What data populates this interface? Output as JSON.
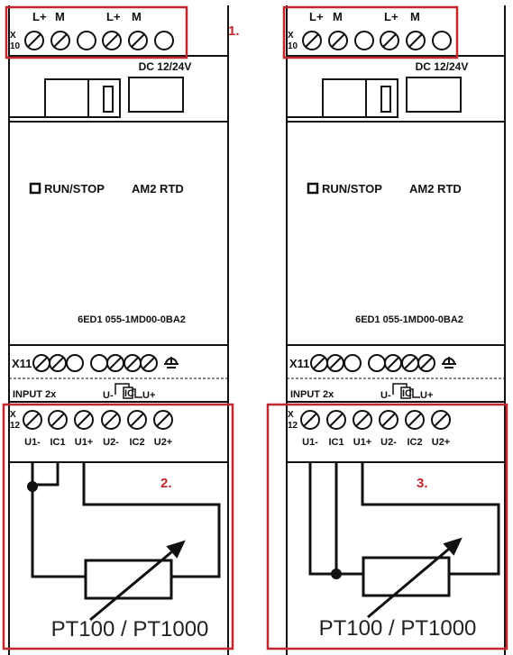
{
  "modules": [
    {
      "callout_top": "1.",
      "callout_bottom": "2.",
      "top_terminal_labels": [
        "L+",
        "M",
        "L+",
        "M"
      ],
      "top_connector": "X\n10",
      "supply": "DC 12/24V",
      "run_stop": "RUN/STOP",
      "model": "AM2 RTD",
      "order_no": "6ED1 055-1MD00-0BA2",
      "x11": "X11",
      "input": "INPUT 2x",
      "symbol_left": "U-",
      "symbol_mid": "IC",
      "symbol_right": "U+",
      "bottom_connector": "X\n12",
      "bottom_terminal_labels": [
        "U1-",
        "IC1",
        "U1+",
        "U2-",
        "IC2",
        "U2+"
      ],
      "sensor_label": "PT100 / PT1000"
    },
    {
      "callout_top": "",
      "callout_bottom": "3.",
      "top_terminal_labels": [
        "L+",
        "M",
        "L+",
        "M"
      ],
      "top_connector": "X\n10",
      "supply": "DC 12/24V",
      "run_stop": "RUN/STOP",
      "model": "AM2 RTD",
      "order_no": "6ED1 055-1MD00-0BA2",
      "x11": "X11",
      "input": "INPUT 2x",
      "symbol_left": "U-",
      "symbol_mid": "IC",
      "symbol_right": "U+",
      "bottom_connector": "X\n12",
      "bottom_terminal_labels": [
        "U1-",
        "IC1",
        "U1+",
        "U2-",
        "IC2",
        "U2+"
      ],
      "sensor_label": "PT100 / PT1000"
    }
  ],
  "colors": {
    "outline": "#111111",
    "highlight": "#c0282d"
  }
}
